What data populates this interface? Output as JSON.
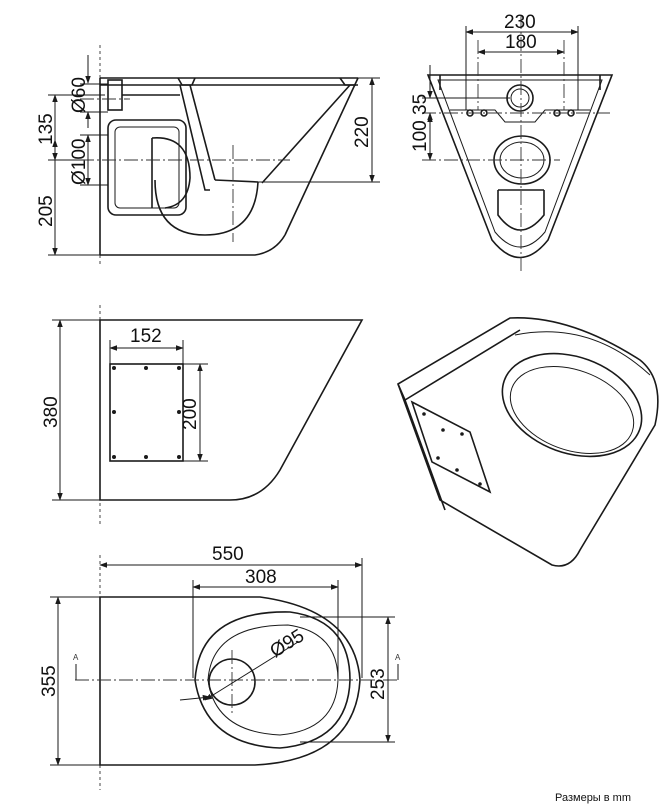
{
  "side_view": {
    "dims": {
      "d60": "Ø60",
      "d135": "135",
      "d100": "Ø100",
      "d205": "205",
      "d220": "220"
    }
  },
  "front_view": {
    "dims": {
      "d230": "230",
      "d180": "180",
      "d100": "100",
      "d35": "35"
    }
  },
  "panel_view": {
    "dims": {
      "d152": "152",
      "d200": "200",
      "d380": "380"
    }
  },
  "top_view": {
    "dims": {
      "d550": "550",
      "d308": "308",
      "d95": "Ø95",
      "d355": "355",
      "d253": "253"
    },
    "section_marks": [
      "A",
      "A"
    ]
  },
  "footer": {
    "units_note": "Размеры в mm"
  },
  "icons": {
    "arrowheads": "arrow-icon"
  }
}
